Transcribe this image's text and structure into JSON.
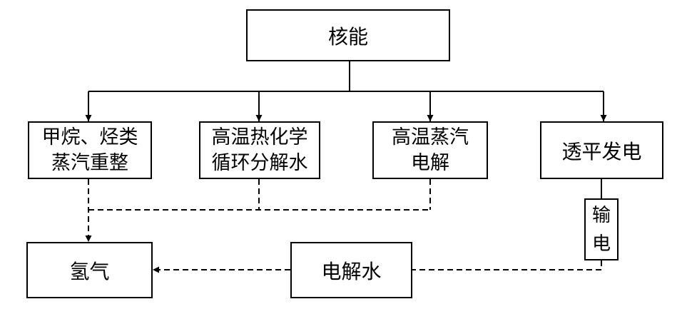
{
  "diagram": {
    "nodes": {
      "nuclear": {
        "label": "核能"
      },
      "methane": {
        "line1": "甲烷、烃类",
        "line2": "蒸汽重整"
      },
      "thermochemical": {
        "line1": "高温热化学",
        "line2": "循环分解水"
      },
      "steam": {
        "line1": "高温蒸汽",
        "line2": "电解"
      },
      "fusion": {
        "label": "透平发电"
      },
      "transmission": {
        "char1": "输",
        "char2": "电"
      },
      "electrolysis": {
        "label": "电解水"
      },
      "hydrogen": {
        "label": "氢气"
      }
    },
    "edges": [
      {
        "from": "nuclear",
        "to": "methane",
        "style": "solid"
      },
      {
        "from": "nuclear",
        "to": "thermochemical",
        "style": "solid"
      },
      {
        "from": "nuclear",
        "to": "steam",
        "style": "solid"
      },
      {
        "from": "nuclear",
        "to": "fusion",
        "style": "solid"
      },
      {
        "from": "methane",
        "to": "hydrogen",
        "style": "dashed"
      },
      {
        "from": "thermochemical",
        "to": "hydrogen",
        "style": "dashed"
      },
      {
        "from": "steam",
        "to": "hydrogen",
        "style": "dashed"
      },
      {
        "from": "fusion",
        "to": "transmission",
        "style": "solid"
      },
      {
        "from": "transmission",
        "to": "electrolysis",
        "style": "dashed"
      },
      {
        "from": "electrolysis",
        "to": "hydrogen",
        "style": "dashed"
      }
    ]
  }
}
